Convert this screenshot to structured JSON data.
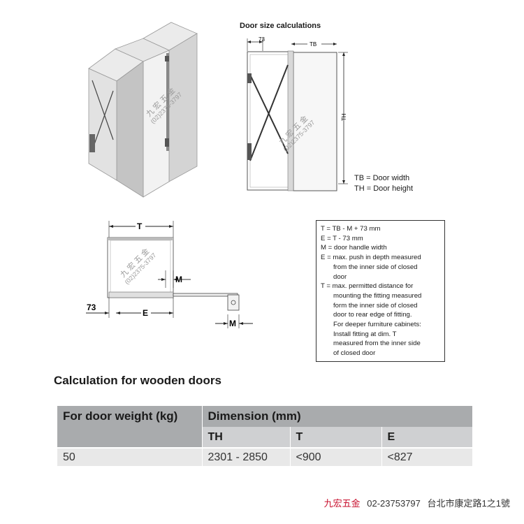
{
  "door_size": {
    "title": "Door size calculations",
    "dim_73": "73",
    "dim_tb": "TB",
    "dim_th": "TH",
    "legend": [
      "TB = Door width",
      "TH = Door height"
    ]
  },
  "plan_view": {
    "dim_t": "T",
    "dim_m": "M",
    "dim_73": "73",
    "dim_e": "E",
    "dim_m2": "M"
  },
  "watermark": {
    "brand": "九 宏 五 金",
    "phone": "(02)2375-3797"
  },
  "formulas": [
    {
      "text": "T = TB - M + 73 mm",
      "indent": false
    },
    {
      "text": "E = T - 73 mm",
      "indent": false
    },
    {
      "text": "M = door handle width",
      "indent": false
    },
    {
      "text": "E = max. push in depth measured",
      "indent": false
    },
    {
      "text": "from the inner side of closed",
      "indent": true
    },
    {
      "text": "door",
      "indent": true
    },
    {
      "text": "T = max. permitted distance for",
      "indent": false
    },
    {
      "text": "mounting the fitting measured",
      "indent": true
    },
    {
      "text": "form the inner side of closed",
      "indent": true
    },
    {
      "text": "door to rear edge of fitting.",
      "indent": true
    },
    {
      "text": "For deeper furniture cabinets:",
      "indent": true
    },
    {
      "text": "Install fitting at dim. T",
      "indent": true
    },
    {
      "text": "measured from the inner side",
      "indent": true
    },
    {
      "text": "of closed door",
      "indent": true
    }
  ],
  "section_title": "Calculation for wooden doors",
  "table": {
    "col1_header": "For door weight (kg)",
    "group_header": "Dimension (mm)",
    "sub_headers": [
      "TH",
      "T",
      "E"
    ],
    "row": {
      "weight": "50",
      "th": "2301 - 2850",
      "t": "<900",
      "e": "<827"
    }
  },
  "footer": {
    "brand": "九宏五金",
    "phone": "02-23753797",
    "address": "台北市康定路1之1號"
  }
}
